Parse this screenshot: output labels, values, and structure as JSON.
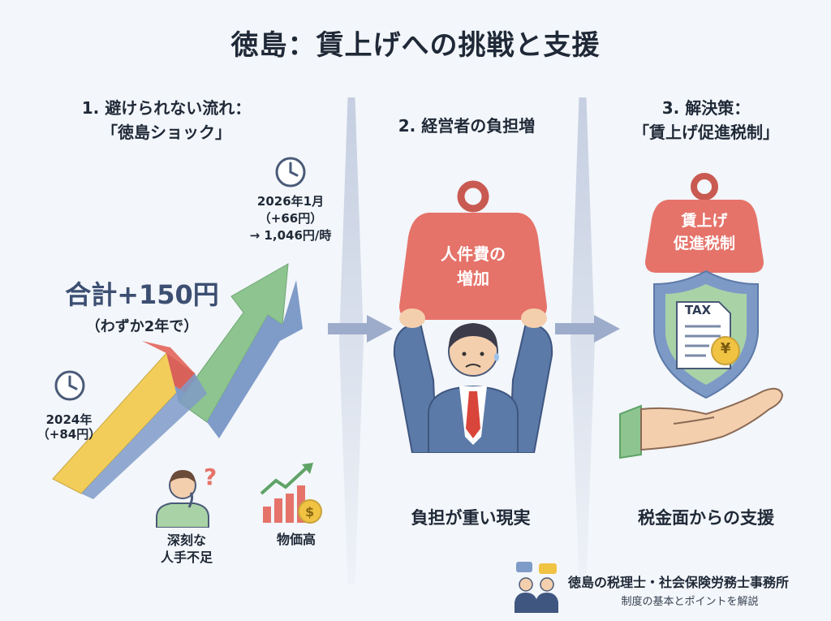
{
  "title": "徳島：賃上げへの挑戦と支援",
  "section1": {
    "heading_line1": "1. 避けられない流れ：",
    "heading_line2": "「徳島ショック」",
    "total_main": "合計+150円",
    "total_sub": "（わずか2年で）",
    "point2026_line1": "2026年1月",
    "point2026_line2": "（+66円）",
    "point2026_line3": "→ 1,046円/時",
    "point2024_line1": "2024年",
    "point2024_line2": "（+84円）",
    "labor_line1": "深刻な",
    "labor_line2": "人手不足",
    "prices": "物価高"
  },
  "section2": {
    "heading": "2. 経営者の負担増",
    "weight_line1": "人件費の",
    "weight_line2": "増加",
    "caption": "負担が重い現実"
  },
  "section3": {
    "heading_line1": "3. 解決策：",
    "heading_line2": "「賃上げ促進税制」",
    "weight_line1": "賃上げ",
    "weight_line2": "促進税制",
    "doc_label": "TAX",
    "yen": "¥",
    "caption": "税金面からの支援"
  },
  "footer": {
    "org": "徳島の税理士・社会保険労務士事務所",
    "sub": "制度の基本とポイントを解説"
  },
  "colors": {
    "arrow_yellow": "#f3cd5a",
    "arrow_red": "#e5736a",
    "arrow_blue": "#7f9bc8",
    "arrow_green": "#8dc48f",
    "weight_red": "#e5736a",
    "suit_blue": "#5b7aa8",
    "shield_blue": "#7d9ac7",
    "shield_green": "#a9d3a6",
    "coin_gold": "#f1c343",
    "skin": "#f4cfae"
  }
}
